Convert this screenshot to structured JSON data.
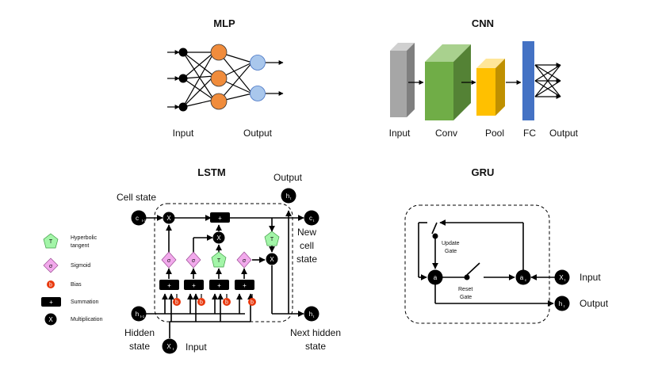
{
  "mlp": {
    "title": "MLP",
    "input_label": "Input",
    "output_label": "Output",
    "colors": {
      "input": "#000000",
      "hidden": "#f08c3c",
      "output": "#a9c7ec"
    }
  },
  "cnn": {
    "title": "CNN",
    "labels": {
      "input": "Input",
      "conv": "Conv",
      "pool": "Pool",
      "fc": "FC",
      "output": "Output"
    },
    "colors": {
      "input": "#a6a6a6",
      "conv": "#70ad47",
      "pool": "#ffc000",
      "fc": "#4472c4"
    }
  },
  "lstm": {
    "title": "LSTM",
    "output": "Output",
    "cell_state": "Cell state",
    "new_cell_state": [
      "New",
      "cell",
      "state"
    ],
    "hidden_state": [
      "Hidden",
      "state"
    ],
    "next_hidden_state": [
      "Next hidden",
      "state"
    ],
    "input": "Input",
    "nodes": {
      "c_prev": "c",
      "c_prev_sub": "t-1",
      "c_next": "c",
      "c_next_sub": "t",
      "h_prev": "h",
      "h_prev_sub": "t-1",
      "h_next": "h",
      "h_next_sub": "t",
      "h_out": "h",
      "h_out_sub": "t",
      "x_in": "X",
      "x_in_sub": "t"
    },
    "symbols": {
      "mult": "X",
      "sum": "+",
      "sigma": "σ",
      "tanh": "T",
      "bias": "b"
    }
  },
  "legend": {
    "items": [
      {
        "symbol": "T",
        "label": [
          "Hyperbolic",
          "tangent"
        ]
      },
      {
        "symbol": "σ",
        "label": [
          "Sigmoid"
        ]
      },
      {
        "symbol": "b",
        "label": [
          "Bias"
        ]
      },
      {
        "symbol": "+",
        "label": [
          "Summation"
        ]
      },
      {
        "symbol": "X",
        "label": [
          "Multiplication"
        ]
      }
    ],
    "colors": {
      "tanh": "#a3f5a8",
      "sigmoid": "#f2a9ec",
      "bias": "#e8380d"
    }
  },
  "gru": {
    "title": "GRU",
    "update_gate": [
      "Update",
      "Gate"
    ],
    "reset_gate": [
      "Reset",
      "Gate"
    ],
    "input": "Input",
    "output": "Output",
    "nodes": {
      "a": "a",
      "ac": "a",
      "ac_sub": "c",
      "x": "X",
      "x_sub": "t",
      "h": "h",
      "h_sub": "t"
    }
  }
}
